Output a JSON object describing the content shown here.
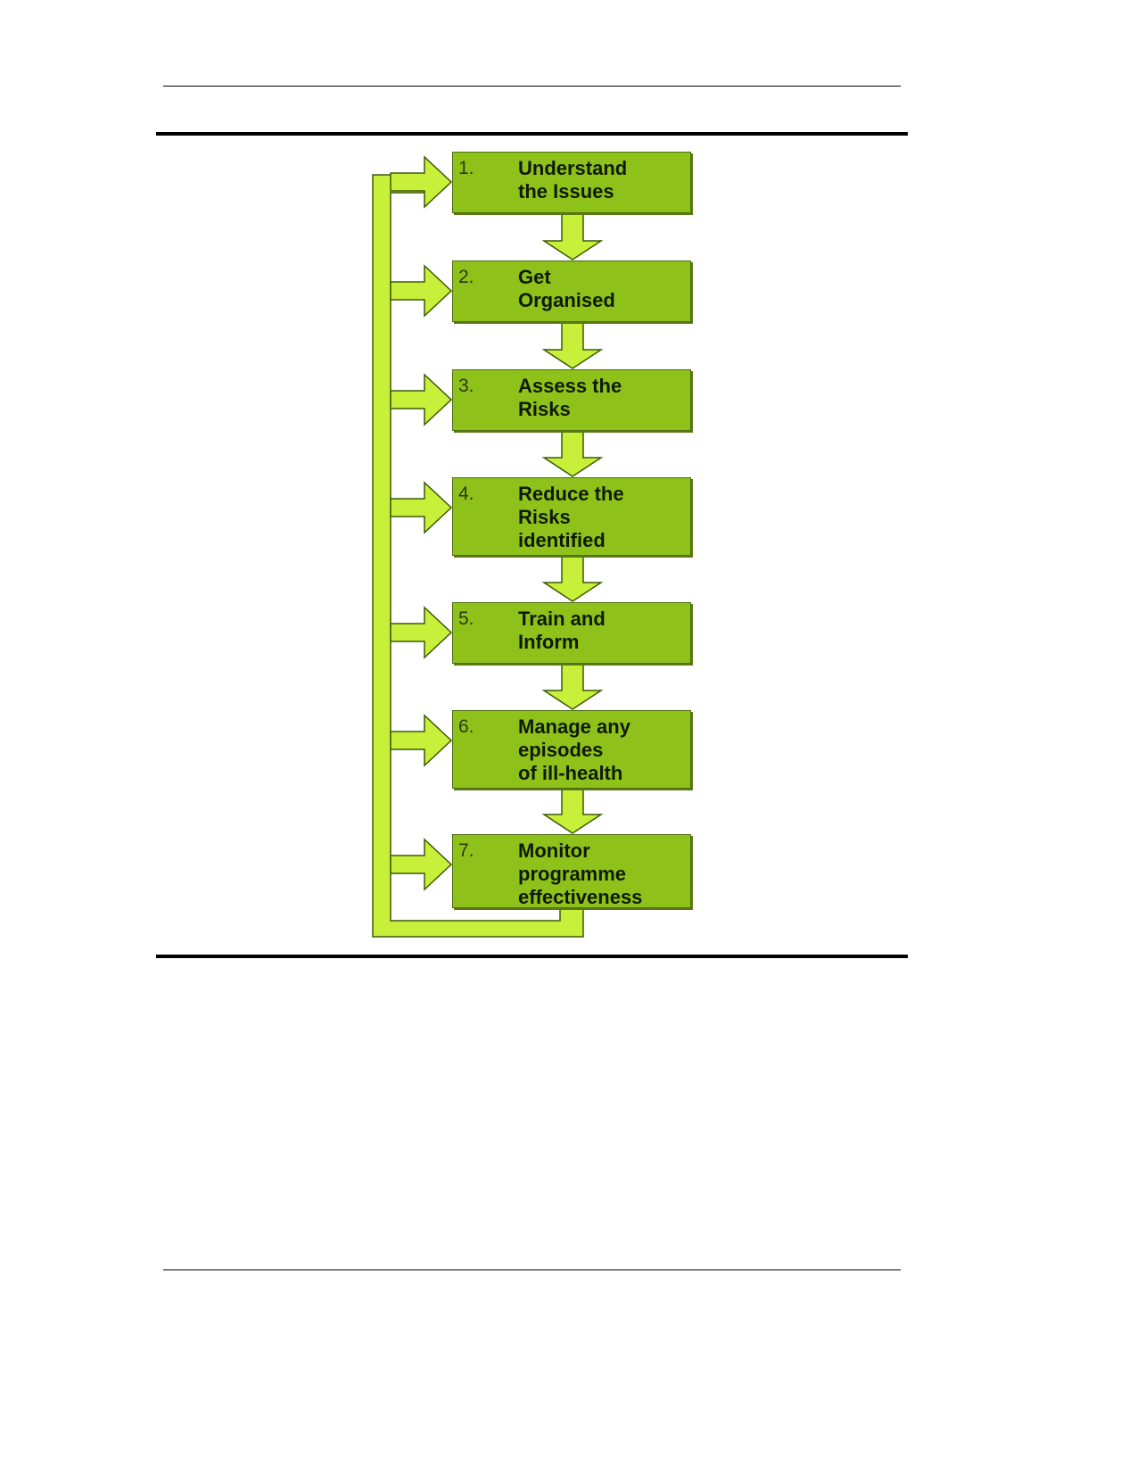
{
  "diagram": {
    "steps": [
      {
        "number": "1.",
        "label": "Understand\nthe Issues"
      },
      {
        "number": "2.",
        "label": "Get\nOrganised"
      },
      {
        "number": "3.",
        "label": "Assess the\nRisks"
      },
      {
        "number": "4.",
        "label": "Reduce the\nRisks\nidentified"
      },
      {
        "number": "5.",
        "label": "Train and\nInform"
      },
      {
        "number": "6.",
        "label": "Manage any\nepisodes\nof ill-health"
      },
      {
        "number": "7.",
        "label": "Monitor\nprogramme\neffectiveness"
      }
    ],
    "colors": {
      "box_fill": "#8ec21a",
      "box_border": "#4e6e10",
      "arrow_fill": "#c8f03a",
      "arrow_stroke": "#3c5a08"
    }
  }
}
